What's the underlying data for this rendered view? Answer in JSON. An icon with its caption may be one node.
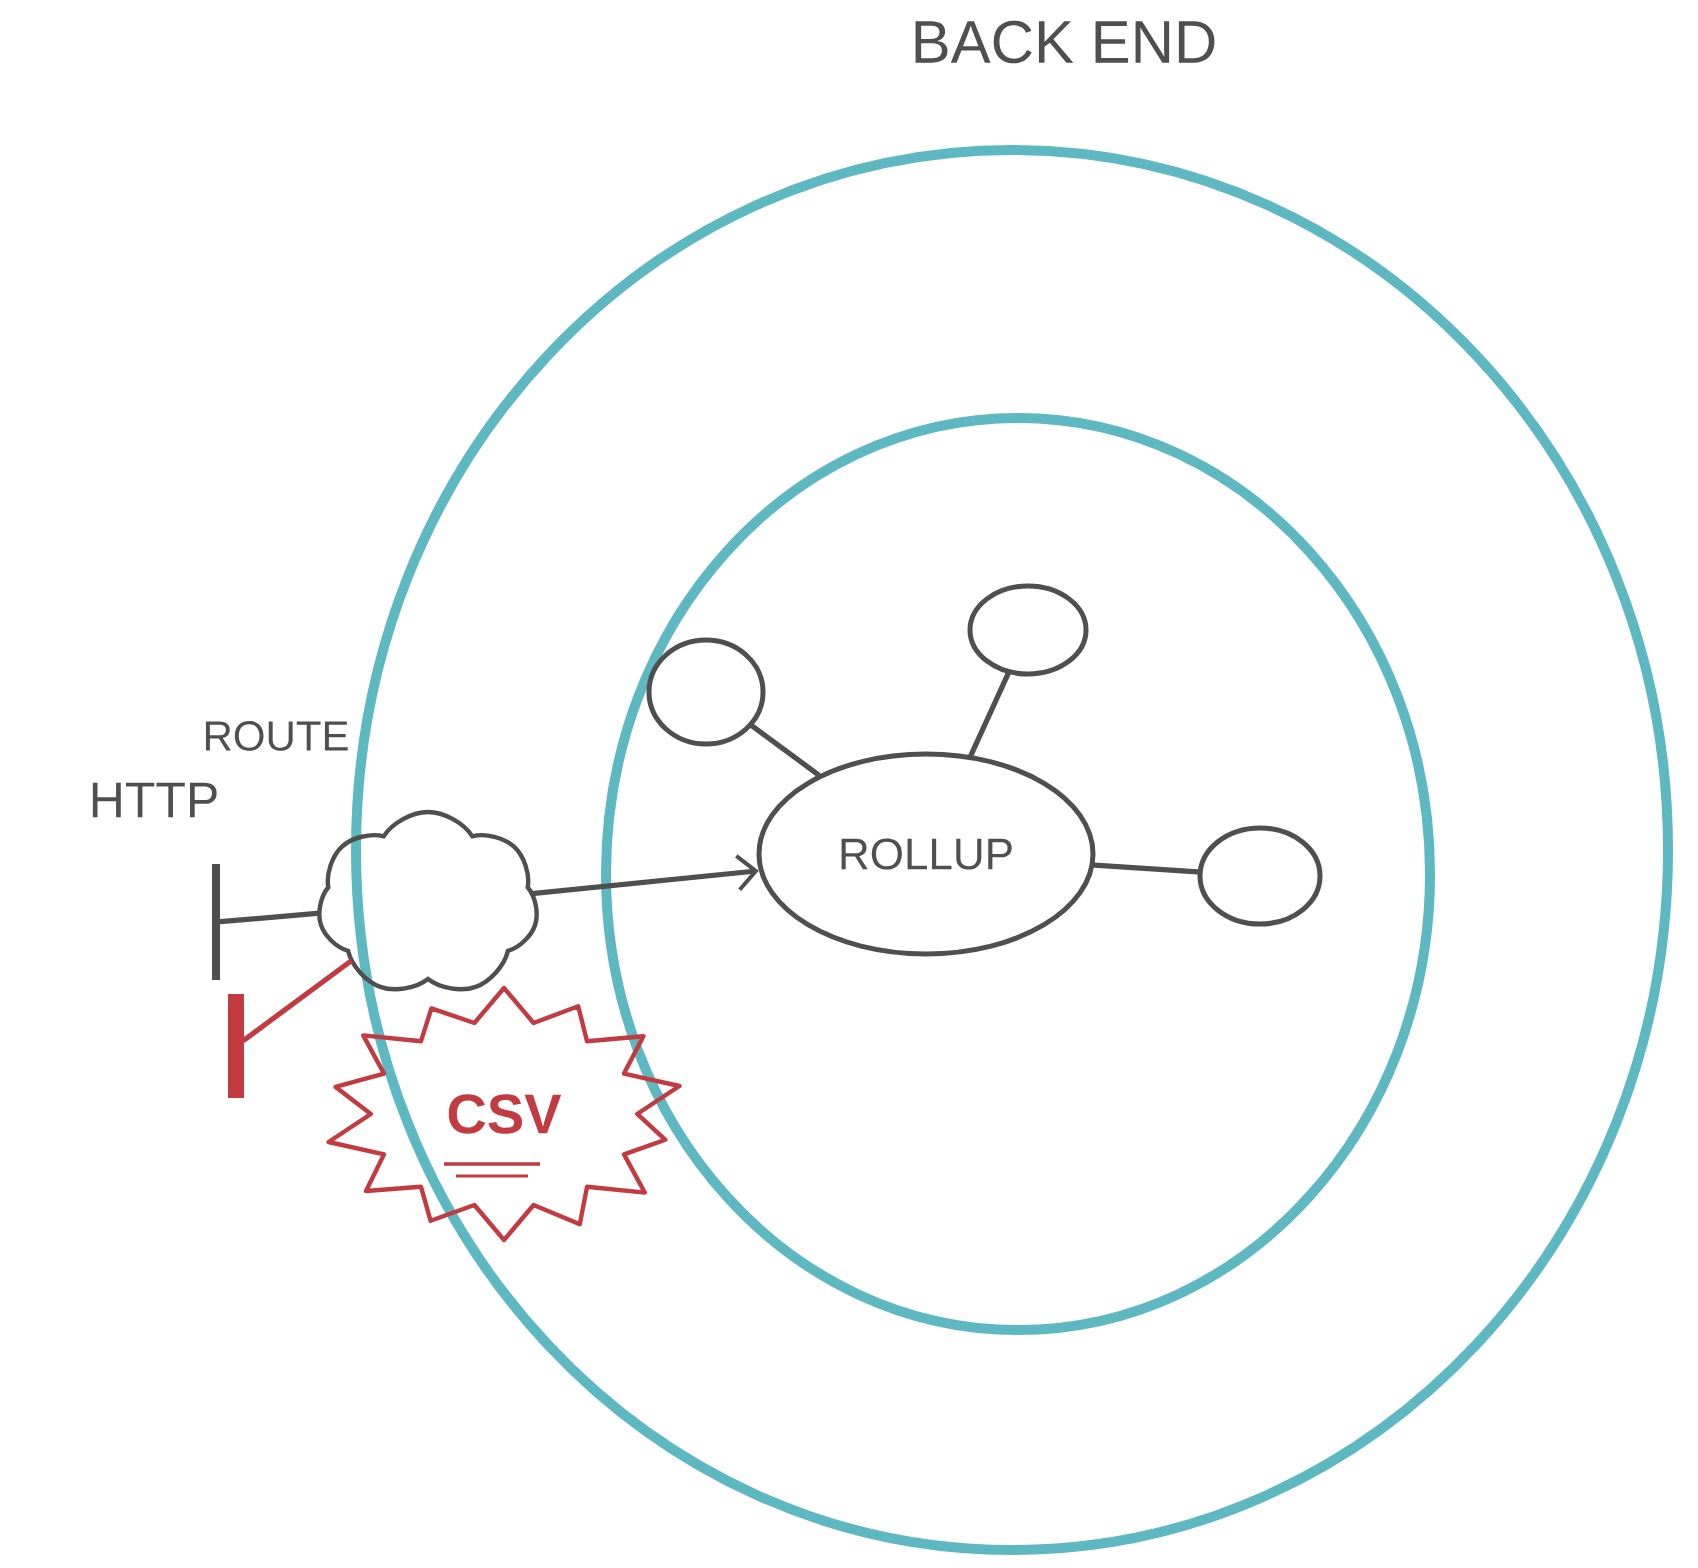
{
  "diagram": {
    "nodes": [
      {
        "text": [
          "BACK END"
        ]
      },
      {
        "text": [],
        "shape": "circle",
        "in": 0
      },
      {
        "text": [
          "ROUTE"
        ]
      },
      {
        "text": [
          "ROLLUP"
        ],
        "in": 1
      },
      {
        "text": [],
        "shape": "circle",
        "in": 1
      },
      {
        "text": [],
        "shape": "circle",
        "in": 1
      },
      {
        "text": [],
        "shape": "circle",
        "in": 1
      },
      {
        "text": [],
        "shape": "bar",
        "beside": [
          "HTTP"
        ]
      },
      {
        "text": [],
        "shape": "bar"
      },
      {
        "text": [
          "CSV"
        ]
      }
    ],
    "edges": [
      {
        "from": 2,
        "to": 3,
        "arrow": "to"
      },
      {
        "from": 3,
        "to": 4,
        "arrow": "none"
      },
      {
        "from": 3,
        "to": 5,
        "arrow": "none"
      },
      {
        "from": 3,
        "to": 6,
        "arrow": "none"
      },
      {
        "from": 2,
        "to": 7,
        "arrow": "none"
      },
      {
        "from": 2,
        "to": 8,
        "arrow": "none",
        "color": "#c23b40"
      }
    ]
  }
}
